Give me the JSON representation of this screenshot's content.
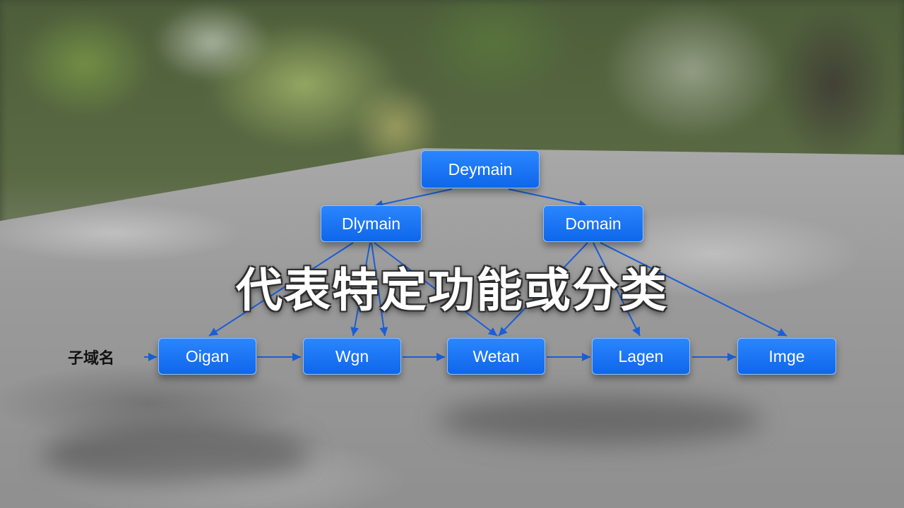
{
  "diagram": {
    "root": {
      "label": "Deymain"
    },
    "level1": [
      {
        "label": "Dlymain"
      },
      {
        "label": "Domain"
      }
    ],
    "leaves": [
      {
        "label": "Oigan"
      },
      {
        "label": "Wgn"
      },
      {
        "label": "Wetan"
      },
      {
        "label": "Lagen"
      },
      {
        "label": "Imge"
      }
    ],
    "side_label": "子域名",
    "caption": "代表特定功能或分类",
    "colors": {
      "node_fill": "#1670f0",
      "node_border": "#8fc0ff",
      "edge": "#1a5ed8",
      "caption_text": "#ffffff"
    }
  }
}
